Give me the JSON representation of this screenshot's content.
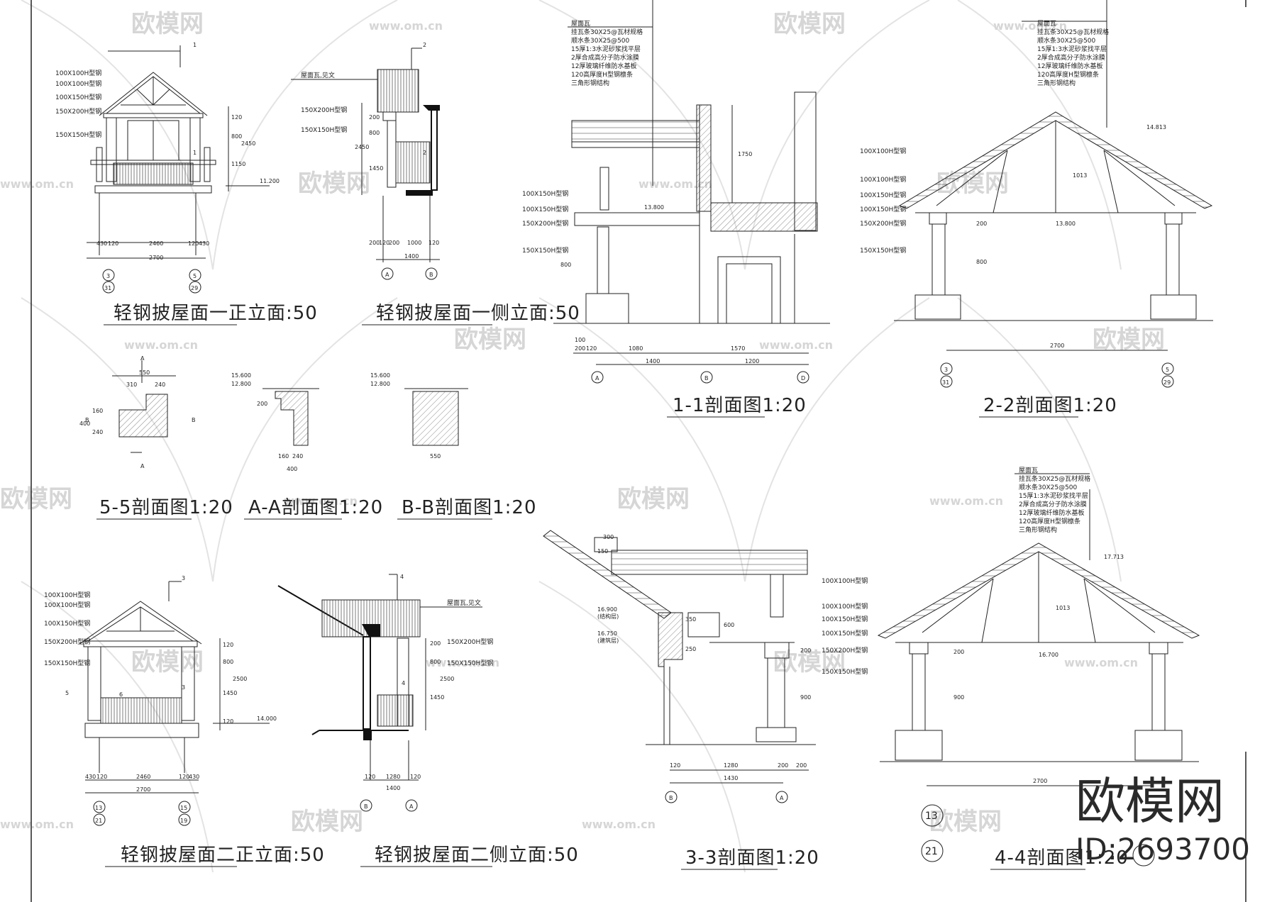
{
  "titles": {
    "front1": "轻钢披屋面一正立面:50",
    "side1": "轻钢披屋面一侧立面:50",
    "sec11": "1-1剖面图1:20",
    "sec22": "2-2剖面图1:20",
    "sec55": "5-5剖面图1:20",
    "secAA": "A-A剖面图1:20",
    "secBB": "B-B剖面图1:20",
    "front2": "轻钢披屋面二正立面:50",
    "side2": "轻钢披屋面二侧立面:50",
    "sec33": "3-3剖面图1:20",
    "sec44": "4-4剖面图1:20"
  },
  "members": {
    "m100x100": "100X100H型钢",
    "m100x150": "100X150H型钢",
    "m150x200": "150X200H型钢",
    "m150x150": "150X150H型钢"
  },
  "roof_notes": [
    "屋面瓦",
    "挂瓦条30X25@瓦材规格",
    "顺水条30X25@500",
    "15厚1:3水泥砂浆找平层",
    "2厚合成高分子防水涂膜",
    "12厚玻璃纤维防水基板",
    "120高厚度H型钢檩条",
    "三角形钢结构"
  ],
  "side_note": "屋面瓦,见文",
  "levels": {
    "l11200": "11.200",
    "l13800": "13.800",
    "l14813": "14.813",
    "l15600": "15.600",
    "l12800": "12.800",
    "l14000": "14.000",
    "l16900": "16.900",
    "l16750": "16.750",
    "l17713": "17.713",
    "l16700": "16.700"
  },
  "level_notes": {
    "n1": "(结构层)",
    "n2": "(建筑层)"
  },
  "dims": {
    "d430": "430",
    "d120": "120",
    "d2460": "2460",
    "d2700": "2700",
    "d1400": "1400",
    "d1000": "1000",
    "d200": "200",
    "d1080": "1080",
    "d1570": "1570",
    "d1280": "1280",
    "d1430": "1430",
    "d1200": "1200",
    "d1150": "1150",
    "d2450": "2450",
    "d2500": "2500",
    "d800": "800",
    "d900": "900",
    "d1450": "1450",
    "d1750": "1750",
    "d1013": "1013",
    "d550": "550",
    "d310": "310",
    "d240": "240",
    "d400": "400",
    "d160": "160",
    "d300": "300",
    "d150": "150",
    "d350": "350",
    "d250": "250",
    "d600": "600",
    "d100": "100"
  },
  "axes": {
    "a3": "3",
    "a31": "31",
    "a5": "5",
    "a29": "29",
    "aA": "A",
    "aB": "B",
    "aD": "D",
    "a13": "13",
    "a21": "21",
    "a15": "15",
    "a19": "19"
  },
  "marks": {
    "k1": "1",
    "k2": "2",
    "k3": "3",
    "k4": "4",
    "k5": "5",
    "k6": "6",
    "kA": "A",
    "kB": "B"
  },
  "watermark": {
    "cn": "欧模网",
    "url": "www.om.cn"
  },
  "brand": {
    "name": "欧模网",
    "id": "ID:2693700"
  }
}
